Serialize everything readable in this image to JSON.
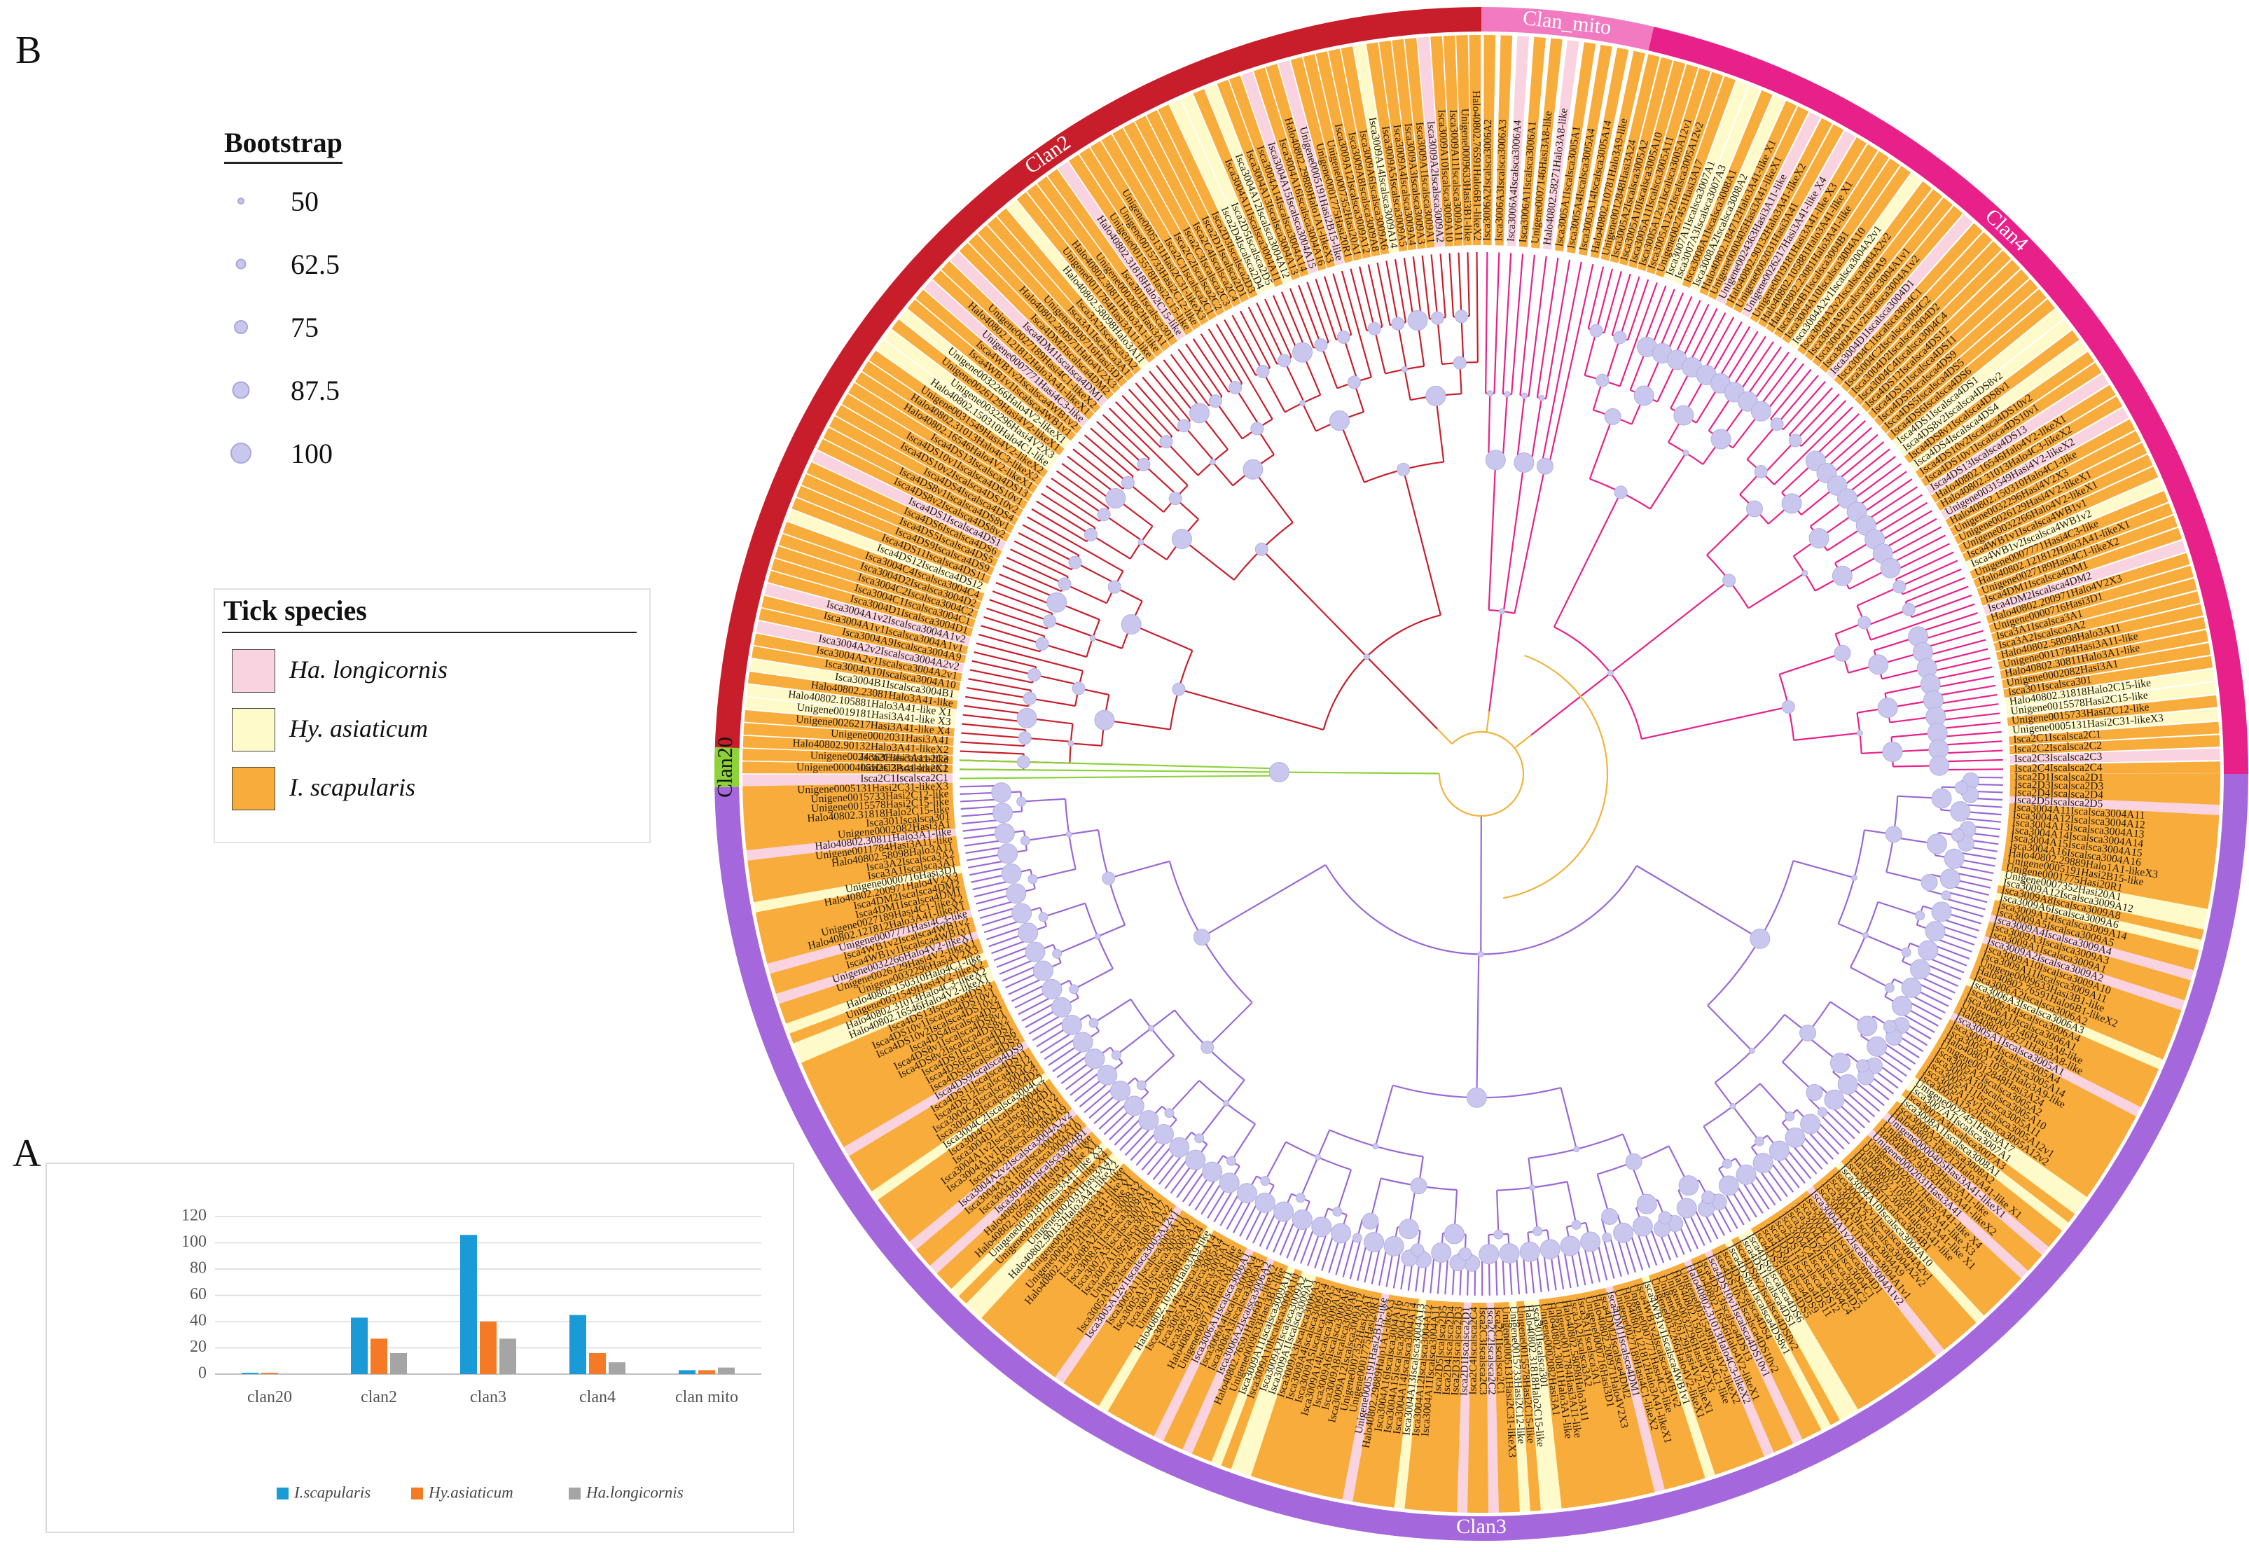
{
  "panels": {
    "a": "A",
    "b": "B"
  },
  "bootstrap_legend": {
    "title": "Bootstrap",
    "items": [
      {
        "label": "50",
        "value": 50
      },
      {
        "label": "62.5",
        "value": 62.5
      },
      {
        "label": "75",
        "value": 75
      },
      {
        "label": "87.5",
        "value": 87.5
      },
      {
        "label": "100",
        "value": 100
      }
    ]
  },
  "tick_legend": {
    "title": "Tick species",
    "items": [
      {
        "label": "Ha. longicornis",
        "color": "#fad3e0"
      },
      {
        "label": "Hy. asiaticum",
        "color": "#fefac9"
      },
      {
        "label": "I. scapularis",
        "color": "#f8ac3c"
      }
    ]
  },
  "clans": [
    {
      "label": "Clan2",
      "color": "#c81e2c"
    },
    {
      "label": "Clan_mito",
      "color": "#f27ac0"
    },
    {
      "label": "Clan4",
      "color": "#e8208a"
    },
    {
      "label": "Clan3",
      "color": "#a468dc"
    },
    {
      "label": "Clan20",
      "color": "#8ed23a"
    }
  ],
  "tree_sample_labels": [
    "Unigene0000405Hasi3A41-likeX1",
    "Unigene0024363Hasi3A11-like",
    "Halo40802.90132Halo3A41-likeX2",
    "Unigene0002031Hasi3A41",
    "Unigene0026217Hasi3A41-like X4",
    "Unigene0019181Hasi3A41-like X3",
    "Halo40802.105881Halo3A41-like X1",
    "Halo40802.23081Halo3A41-like",
    "Isca3004B1Iscalsca3004B1",
    "Isca3004A10Iscalsca3004A10",
    "Isca3004A2v1Iscalsca3004A2v1",
    "Isca3004A2v2Iscalsca3004A2v2",
    "Isca3004A9Iscalsca3004A9",
    "Isca3004A1v1Iscalsca3004A1v1",
    "Isca3004A1v2Iscalsca3004A1v2",
    "Isca3004D1Iscalsca3004D1",
    "Isca3004C1Iscalsca3004C1",
    "Isca3004C2Iscalsca3004C2",
    "Isca3004D2Iscalsca3004D2",
    "Isca3004C4Iscalsca3004C4",
    "Isca4DS12Iscalsca4DS12",
    "Isca4DS11Iscalsca4DS11",
    "Isca4DS9Iscalsca4DS9",
    "Isca4DS5Iscalsca4DS5",
    "Isca4DS6Iscalsca4DS6",
    "Isca4DS1Iscalsca4DS1",
    "Isca4DS8v2Iscalsca4DS8v2",
    "Isca4DS8v1Iscalsca4DS8v1",
    "Isca4DS4Iscalsca4DS4",
    "Isca4DS10v2Iscalsca4DS10v2",
    "Isca4DS10v1Iscalsca4DS10v1",
    "Isca4DS13Iscalsca4DS13",
    "Halo40802.16546Halo4V2-likeX1",
    "Halo40802.31013Halo4C3-likeX2",
    "Unigene0031549Hasi4V2-likeX2",
    "Halo40802.150310Halo4C1-like",
    "Unigene0032296Hasi4V2X3",
    "Unigene0026129Hasi4V2-likeX1",
    "Unigene0032266Halo4V2-likeX1",
    "Isca4WB1v1Iscalsca4WB1v1",
    "Isca4WB1v2Iscalsca4WB1v2",
    "Unigene0007771Hasi4C3-like",
    "Halo40802.121812Halo3A41-likeX1",
    "Unigene0027189Hasi4C1-likeX2",
    "Isca4DM1Iscalsca4DM1",
    "Isca4DM2Iscalsca4DM2",
    "Halo40802.200971Halo4V2X3",
    "Unigene0000716Hasi3D1",
    "Isca3A1Iscalsca3A1",
    "Isca3A2Iscalsca3A2",
    "Halo40802.58098Halo3A11",
    "Unigene0011784Hasi3A11-like",
    "Halo40802.30811Halo3A1-like",
    "Unigene0002082Hasi3A1",
    "Isca301Iscalsca301",
    "Halo40802.31818Halo2C15-like",
    "Unigene0015578Hasi2C15-like",
    "Unigene0015733Hasi2C12-like",
    "Unigene0005131Hasi2C31-likeX3",
    "Isca2C1Iscalsca2C1",
    "Isca2C2Iscalsca2C2",
    "Isca2C3Iscalsca2C3",
    "Isca2C4Iscalsca2C4",
    "Isca2D1Iscalsca2D1",
    "Isca2D3Iscalsca2D3",
    "Isca2D4Iscalsca2D4",
    "Isca2D5Iscalsca2D5",
    "Isca3004A11Iscalsca3004A11",
    "Isca3004A12Iscalsca3004A12",
    "Isca3004A13Iscalsca3004A13",
    "Isca3004A14Iscalsca3004A14",
    "Isca3004A15Iscalsca3004A15",
    "Isca3004A16Iscalsca3004A16",
    "Halo40802.29889Halo1A1-likeX3",
    "Unigene0005191Hasi2B15-like",
    "Unigene0001775Hasi20R1",
    "Unigene0007352Hasi20A1",
    "Isca3009A12Iscalsca3009A12",
    "Isca3009A8Iscalsca3009A8",
    "Isca3009A6Iscalsca3009A6",
    "Isca3009A14Iscalsca3009A14",
    "Isca3009A5Iscalsca3009A5",
    "Isca3009A4Iscalsca3009A4",
    "Isca3009A3Iscalsca3009A3",
    "Isca3009A1Iscalsca3009A1",
    "Isca3009A2Iscalsca3009A2",
    "Isca3009A10Iscalsca3009A10",
    "Isca3009A11Iscalsca3009A11",
    "Unigene0009633Hasi3B1-like",
    "Halo40802.76591Halo6B1-likeX2",
    "Isca3006A2Iscalsca3006A2",
    "Isca3006A3Iscalsca3006A3",
    "Isca3006A4Iscalsca3006A4",
    "Isca3006A1Iscalsca3006A1",
    "Unigene0007146Hasi3A8-like",
    "Halo40802.58271Halo3A8-like",
    "Isca3005A1Iscalsca3005A1",
    "Isca3005A4Iscalsca3005A4",
    "Isca3005A14Iscalsca3005A14",
    "Halo40802.10781Halo3A9-like",
    "Unigene0012848Hasi3A24",
    "Isca3005A2Iscalsca3005A2",
    "Isca3005A10Iscalsca3005A10",
    "Isca3005A11Iscalsca3005A11",
    "Isca3005A12v1Iscalsca3005A12v1",
    "Isca3005A12v2Iscalsca3005A12v2",
    "Unigene0027451Hasi3A17",
    "Isca3007A1Iscalsca3007A1",
    "Isca3007A3Iscalsca3007A3",
    "Isca3008A1Iscalsca3008A1",
    "Isca3008A2Iscalsca3008A2",
    "Halo40802.184712Halo3A41-like X1"
  ],
  "chart_data": {
    "type": "bar",
    "categories": [
      "clan20",
      "clan2",
      "clan3",
      "clan4",
      "clan mito"
    ],
    "series": [
      {
        "name": "I.scapularis",
        "values": [
          1,
          43,
          106,
          45,
          3
        ],
        "color": "#1a9bd7"
      },
      {
        "name": "Hy.asiaticum",
        "values": [
          1,
          27,
          40,
          16,
          3
        ],
        "color": "#f47a26"
      },
      {
        "name": "Ha.longicornis",
        "values": [
          0,
          16,
          27,
          9,
          5
        ],
        "color": "#a5a5a5"
      }
    ],
    "ylim": [
      0,
      120
    ],
    "yticks": [
      0,
      20,
      40,
      60,
      80,
      100,
      120
    ],
    "grid": true,
    "legend": "bottom"
  }
}
